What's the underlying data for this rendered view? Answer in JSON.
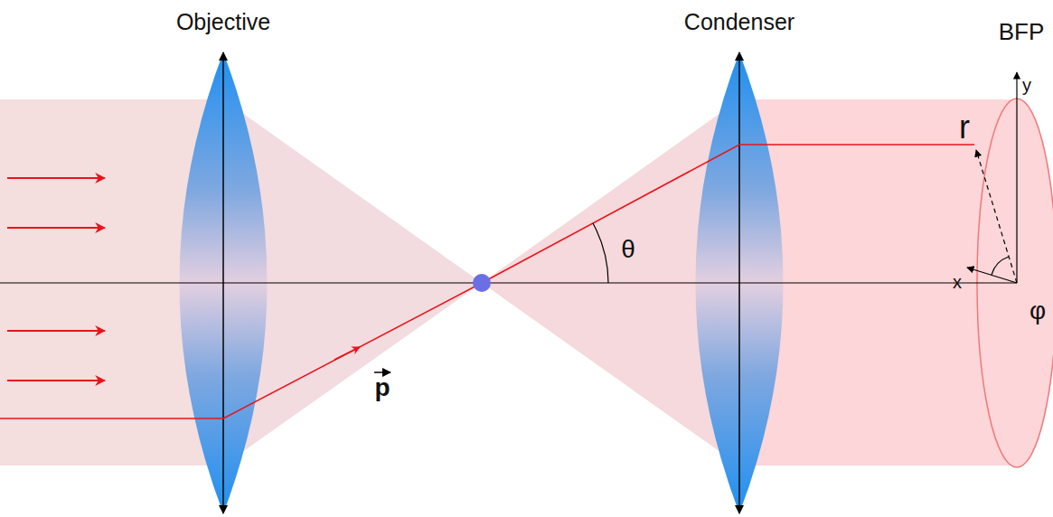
{
  "diagram": {
    "labels": [
      "Objective",
      "Condenser",
      "BFP",
      "r",
      "θ",
      "x",
      "y",
      "φ",
      "p"
    ]
  }
}
